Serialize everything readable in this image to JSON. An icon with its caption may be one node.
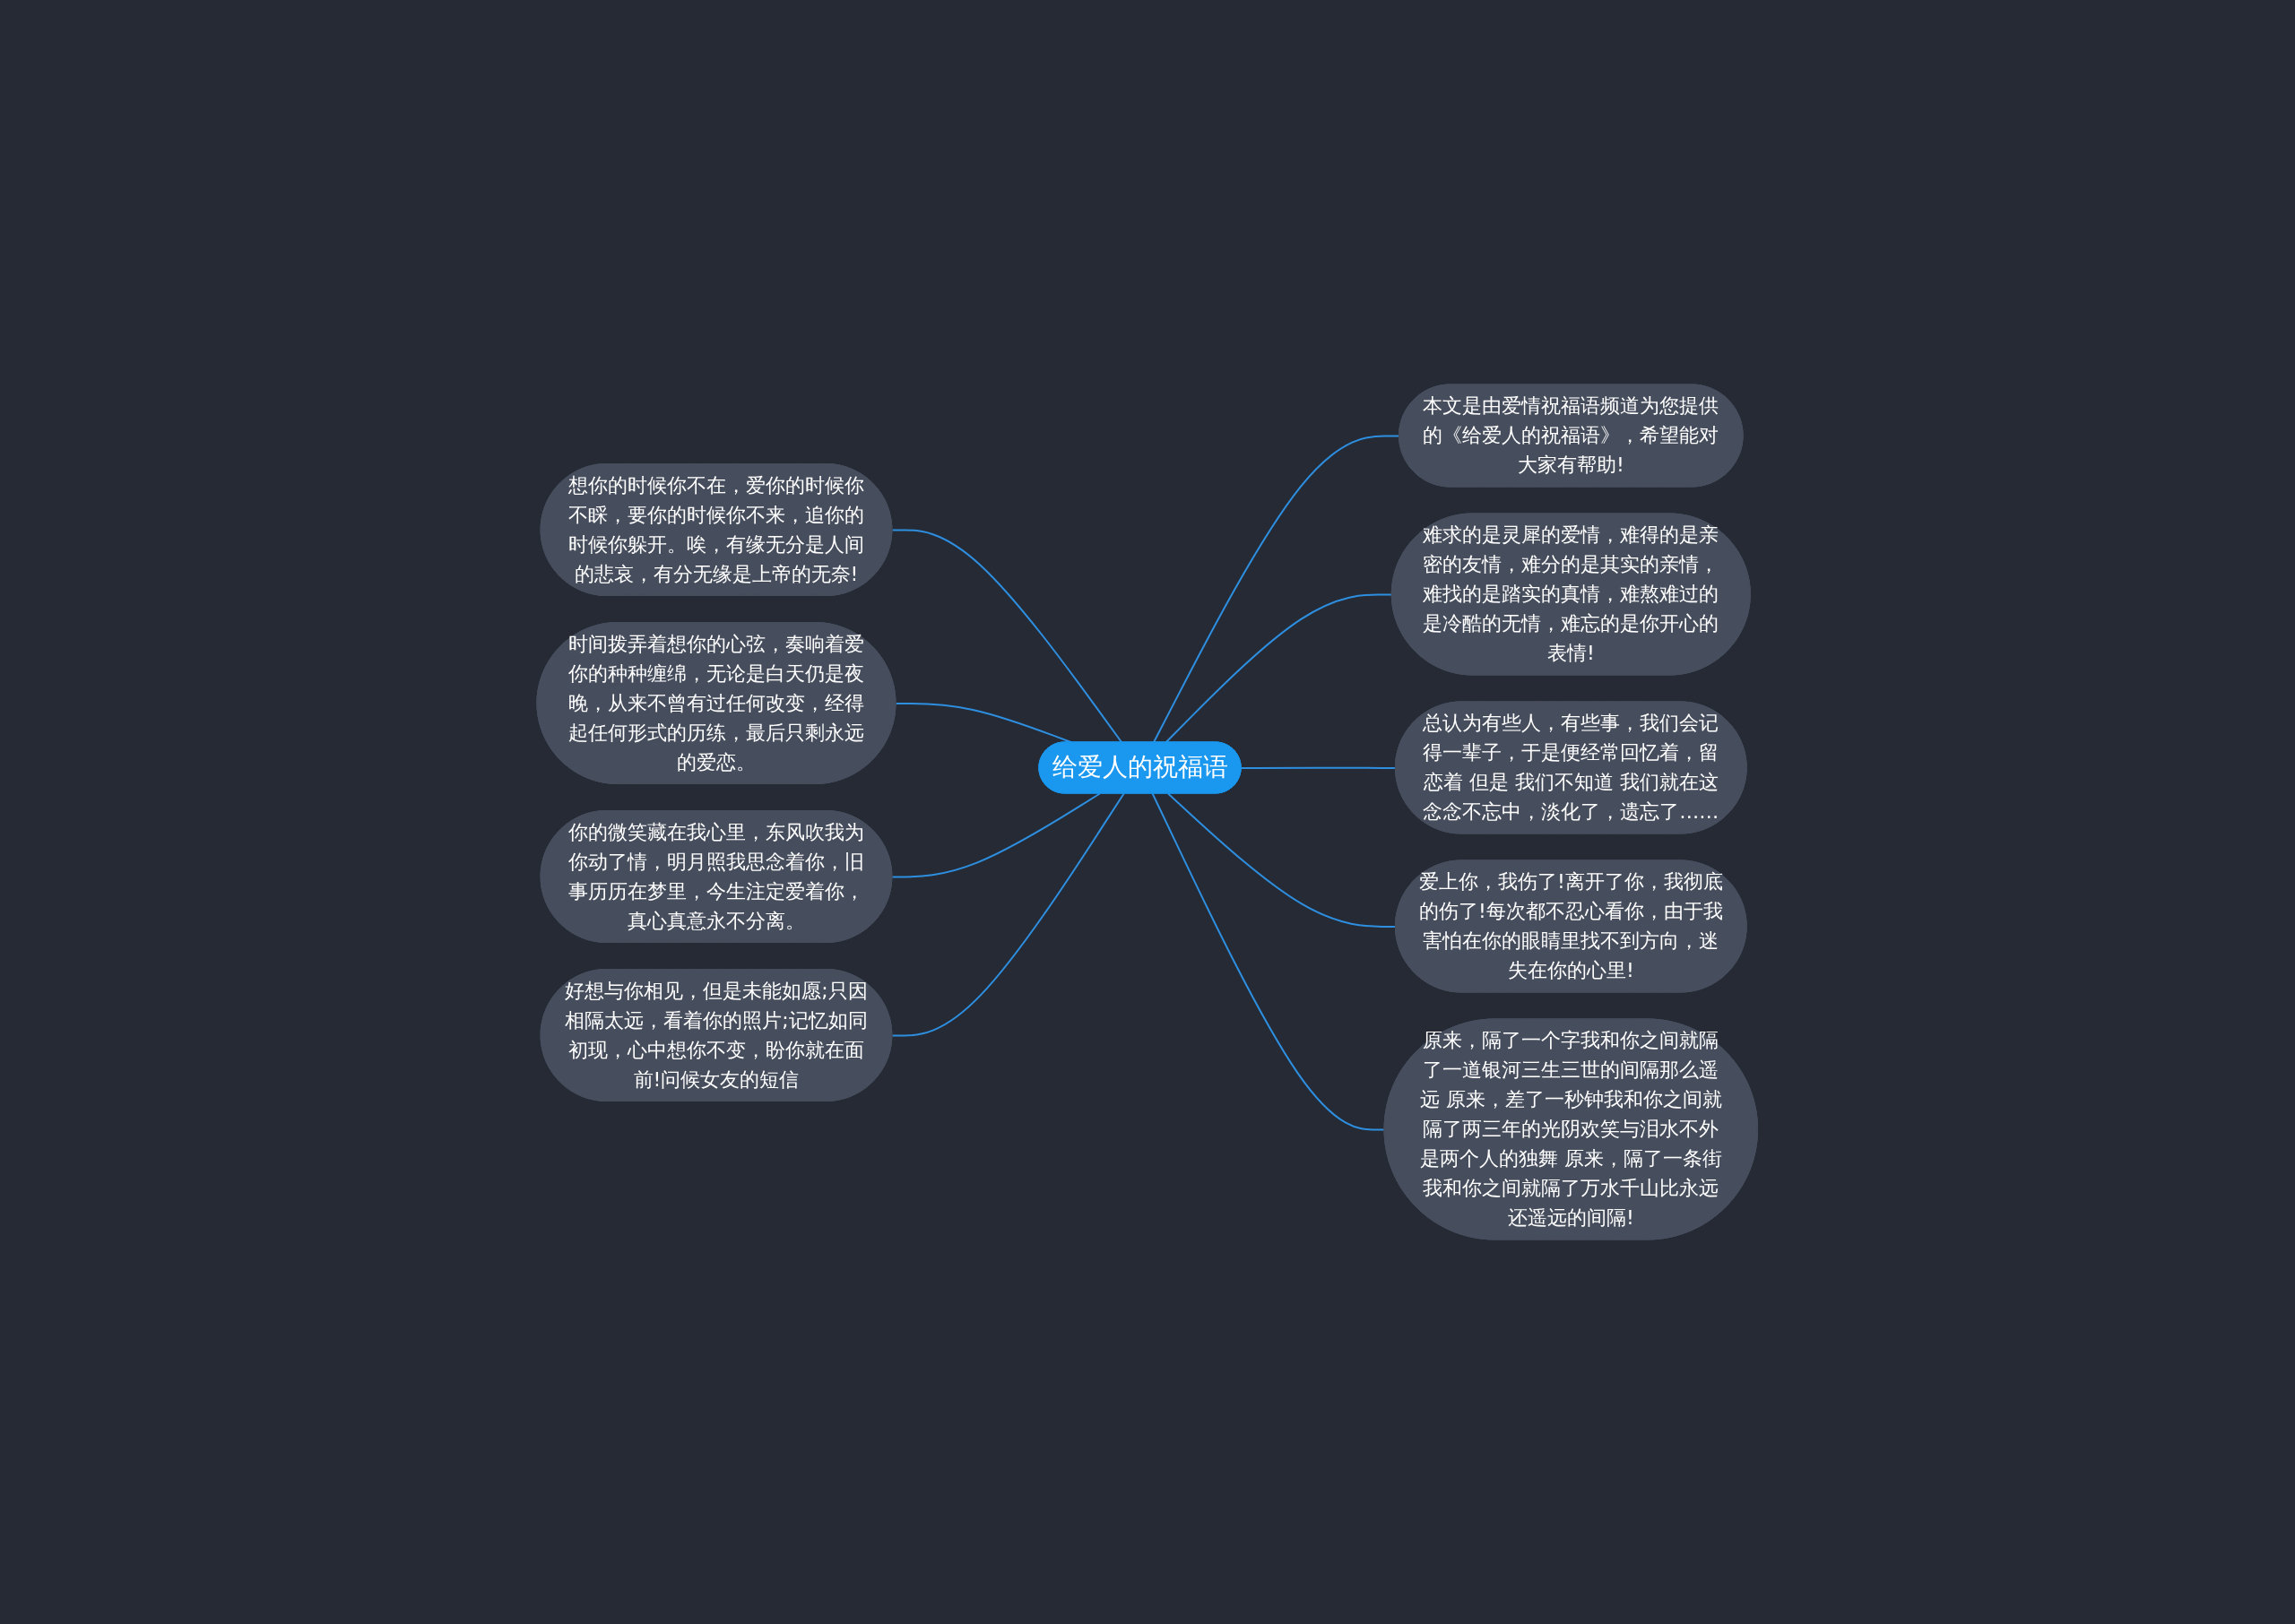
{
  "diagram": {
    "nodes": [
      {
        "text": [
          "想你的时候你不在，爱你的时候你不睬，要你的时候你不来，追你的时候你躲开。唉，有缘无分是人间的悲哀，有分无缘是上帝的无奈!"
        ]
      },
      {
        "text": [
          "时间拨弄着想你的心弦，奏响着爱你的种种缠绵，无论是白天仍是夜晚，从来不曾有过任何改变，经得起任何形式的历练，最后只剩永远的爱恋。"
        ]
      },
      {
        "text": [
          "你的微笑藏在我心里，东风吹我为你动了情，明月照我思念着你，旧事历历在梦里，今生注定爱着你，真心真意永不分离。"
        ]
      },
      {
        "text": [
          "好想与你相见，但是未能如愿;只因相隔太远，看着你的照片;记忆如同初现，心中想你不变，盼你就在面前!问候女友的短信"
        ]
      },
      {
        "text": [
          "给爱人的祝福语"
        ]
      },
      {
        "text": [
          "本文是由爱情祝福语频道为您提供的《给爱人的祝福语》，希望能对大家有帮助!"
        ]
      },
      {
        "text": [
          "难求的是灵犀的爱情，难得的是亲密的友情，难分的是其实的亲情，难找的是踏实的真情，难熬难过的是冷酷的无情，难忘的是你开心的表情!"
        ]
      },
      {
        "text": [
          "总认为有些人，有些事，我们会记得一辈子，于是便经常回忆着，留恋着 但是 我们不知道 我们就在这念念不忘中，淡化了，遗忘了……"
        ]
      },
      {
        "text": [
          "爱上你，我伤了!离开了你，我彻底的伤了!每次都不忍心看你，由于我害怕在你的眼睛里找不到方向，迷失在你的心里!"
        ]
      },
      {
        "text": [
          "原来，隔了一个字我和你之间就隔了一道银河三生三世的间隔那么遥远 原来，差了一秒钟我和你之间就隔了两三年的光阴欢笑与泪水不外是两个人的独舞 原来，隔了一条街我和你之间就隔了万水千山比永远还遥远的间隔!"
        ]
      }
    ],
    "edges": [
      {
        "from": 0,
        "to": 4,
        "arrow": "none"
      },
      {
        "from": 1,
        "to": 4,
        "arrow": "none"
      },
      {
        "from": 2,
        "to": 4,
        "arrow": "none"
      },
      {
        "from": 3,
        "to": 4,
        "arrow": "none"
      },
      {
        "from": 4,
        "to": 5,
        "arrow": "none"
      },
      {
        "from": 4,
        "to": 6,
        "arrow": "none"
      },
      {
        "from": 4,
        "to": 7,
        "arrow": "none"
      },
      {
        "from": 4,
        "to": 8,
        "arrow": "none"
      },
      {
        "from": 4,
        "to": 9,
        "arrow": "none"
      }
    ]
  }
}
